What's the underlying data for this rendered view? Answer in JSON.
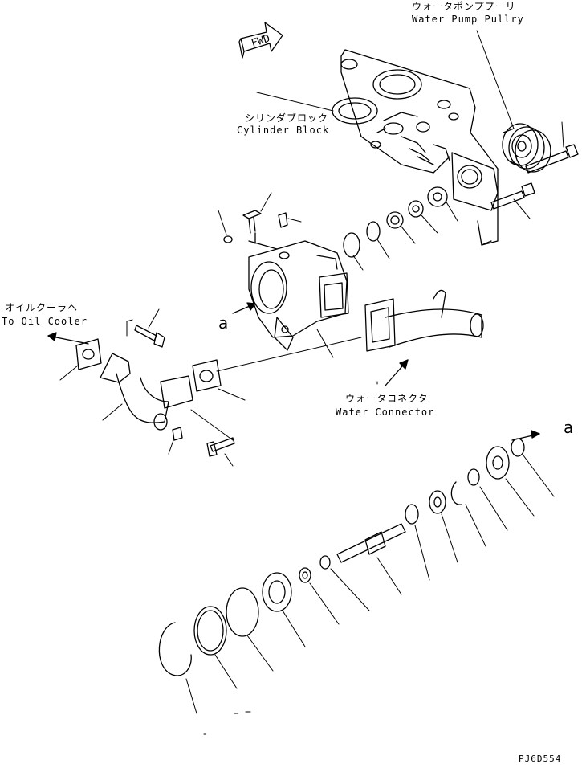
{
  "labels": {
    "pulley_jp": "ウォータポンププーリ",
    "pulley_en": "Water Pump Pullry",
    "block_jp": "シリンダブロック",
    "block_en": "Cylinder Block",
    "oil_jp": "オイルクーラヘ",
    "oil_en": "To Oil Cooler",
    "connector_jp": "ウォータコネクタ",
    "connector_en": "Water Connector",
    "ref_a_left": "a",
    "ref_a_right": "a",
    "fwd": "FWD",
    "code": "PJ6D554"
  }
}
